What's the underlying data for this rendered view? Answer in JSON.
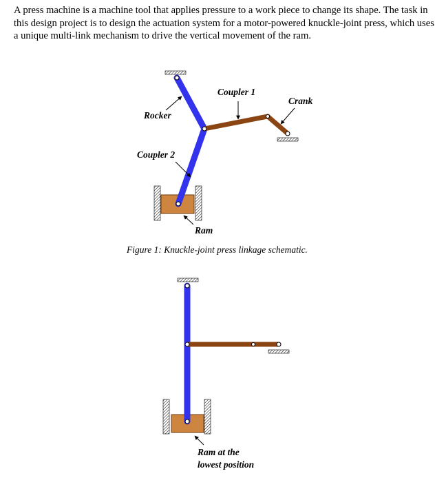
{
  "document": {
    "intro": "A press machine is a machine tool that applies pressure to a work piece to change its shape.  The task in this design project is to design the actuation system for a motor-powered knuckle-joint press, which uses a unique multi-link mechanism to drive the vertical movement of the ram."
  },
  "figure1": {
    "labels": {
      "coupler1": "Coupler 1",
      "crank": "Crank",
      "rocker": "Rocker",
      "coupler2": "Coupler 2",
      "ram": "Ram"
    },
    "caption": "Figure 1:  Knuckle-joint press linkage schematic."
  },
  "figure2": {
    "label_line1": "Ram at the",
    "label_line2": "lowest position"
  },
  "colors": {
    "blue_link": "#3333ee",
    "brown_link": "#8b4513",
    "ram_block": "#cd853f"
  }
}
